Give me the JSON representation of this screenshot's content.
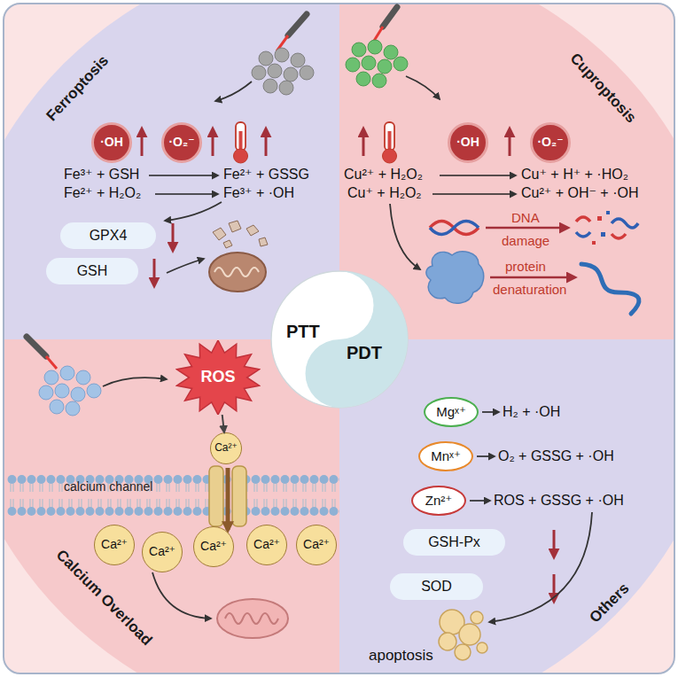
{
  "diagram": {
    "nodes": [
      {
        "text": [
          "Ferroptosis"
        ]
      },
      {
        "text": [
          "·OH"
        ],
        "in": 0
      },
      {
        "text": [
          "·O₂⁻"
        ],
        "in": 0
      },
      {
        "text": [
          "GPX4"
        ],
        "in": 0
      },
      {
        "text": [
          "GSH"
        ],
        "in": 0
      },
      {
        "text": [
          "Cuproptosis"
        ]
      },
      {
        "text": [
          "·OH"
        ],
        "in": 5
      },
      {
        "text": [
          "·O₂⁻"
        ],
        "in": 5
      },
      {
        "text": [
          "Calcium Overload"
        ]
      },
      {
        "text": [
          "ROS"
        ],
        "in": 8
      },
      {
        "text": [
          "Ca²⁺"
        ],
        "in": 8
      },
      {
        "text": [
          "Ca²⁺"
        ],
        "in": 8
      },
      {
        "text": [
          "Ca²⁺"
        ],
        "in": 8
      },
      {
        "text": [
          "Ca²⁺"
        ],
        "in": 8
      },
      {
        "text": [
          "Ca²⁺"
        ],
        "in": 8
      },
      {
        "text": [
          "Ca²⁺"
        ],
        "in": 8
      },
      {
        "text": [
          "Others"
        ]
      },
      {
        "text": [
          "Mgˣ⁺"
        ],
        "in": 16
      },
      {
        "text": [
          "Mnˣ⁺"
        ],
        "in": 16
      },
      {
        "text": [
          "Zn²⁺"
        ],
        "in": 16
      },
      {
        "text": [
          "GSH-Px"
        ],
        "in": 16
      },
      {
        "text": [
          "SOD"
        ],
        "in": 16
      },
      {
        "text": [
          "PTT",
          "PDT"
        ]
      }
    ],
    "edges": [
      {
        "from": 9,
        "to": 10,
        "arrow": "to"
      }
    ],
    "labels": [
      "Fe³⁺ + GSH",
      "Fe²⁺ + GSSG",
      "Fe²⁺ + H₂O₂",
      "Fe³⁺ + ·OH",
      "Cu²⁺ + H₂O₂",
      "Cu⁺ + H⁺ + ·HO₂",
      "Cu⁺ + H₂O₂",
      "Cu²⁺ + OH⁻ + ·OH",
      "DNA",
      "damage",
      "protein",
      "denaturation",
      "calcium channel",
      "H₂ + ·OH",
      "O₂ + GSSG + ·OH",
      "ROS + GSSG + ·OH",
      "apoptosis"
    ]
  }
}
